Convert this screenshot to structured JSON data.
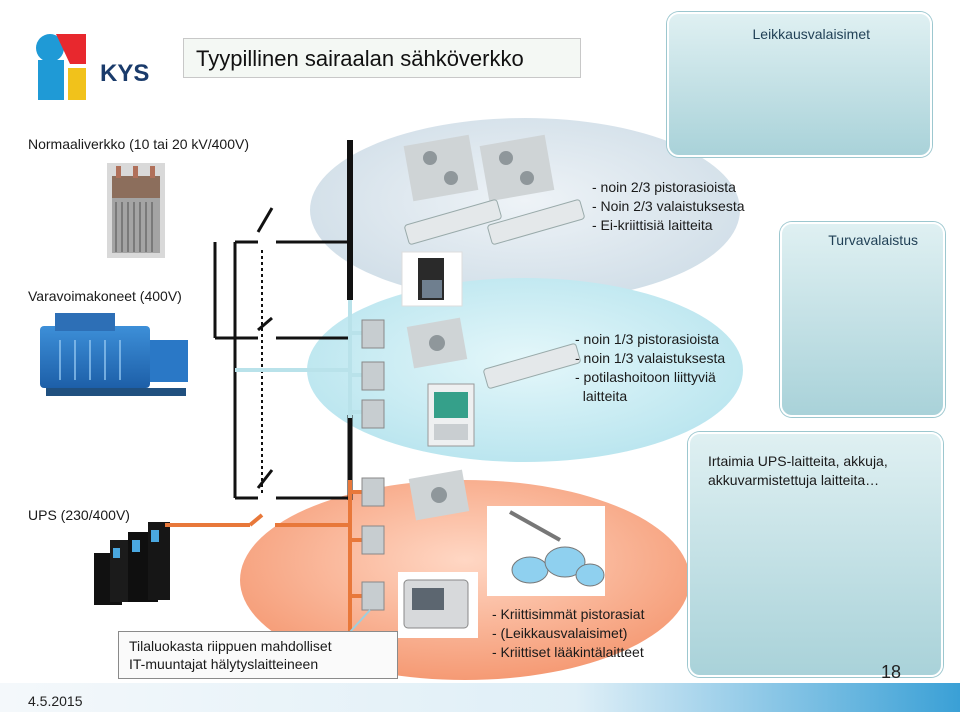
{
  "title": "Tyypillinen sairaalan sähköverkko",
  "logo_text": "KYS",
  "date": "4.5.2015",
  "page_number": "18",
  "sources": {
    "normal": "Normaaliverkko (10 tai 20 kV/400V)",
    "backup": "Varavoimakoneet (400V)",
    "ups": "UPS (230/400V)"
  },
  "zones": {
    "top": [
      "- noin 2/3 pistorasioista",
      "- Noin 2/3 valaistuksesta",
      "- Ei-kriittisiä laitteita"
    ],
    "middle": [
      "- noin 1/3 pistorasioista",
      "- noin 1/3 valaistuksesta",
      "- potilashoitoon liittyviä",
      "  laitteita"
    ],
    "bottom": [
      "- Kriittisimmät pistorasiat",
      "- (Leikkausvalaisimet)",
      "- Kriittiset lääkintälaitteet"
    ]
  },
  "panels": {
    "surgical": "Leikkausvalaisimet",
    "safety": "Turvavalaistus",
    "ups_items": [
      "Irtaimia UPS-laitteita, akkuja,",
      "akkuvarmistettuja laitteita…"
    ]
  },
  "callout": [
    "Tilaluokasta riippuen mahdolliset",
    "IT-muuntajat hälytyslaitteineen"
  ],
  "colors": {
    "zone_top": "#dbe7ee",
    "zone_middle": "#c9ecf2",
    "zone_bottom": "#f8b49a",
    "line_black": "#111111",
    "line_light": "#b9e2ea",
    "line_orange": "#e8783a",
    "accent_blue": "#3aa0d6"
  },
  "icons": [
    "transformer-icon",
    "generator-icon",
    "ups-cabinet-icon",
    "socket-icon",
    "ceiling-light-icon",
    "coffee-maker-icon",
    "surgical-lamp-icon",
    "battery-icon",
    "exit-sign-icon",
    "emergency-light-icon",
    "patient-monitor-icon",
    "ultrasound-probe-icon",
    "washer-disinfector-icon",
    "it-transformer-box-icon"
  ]
}
